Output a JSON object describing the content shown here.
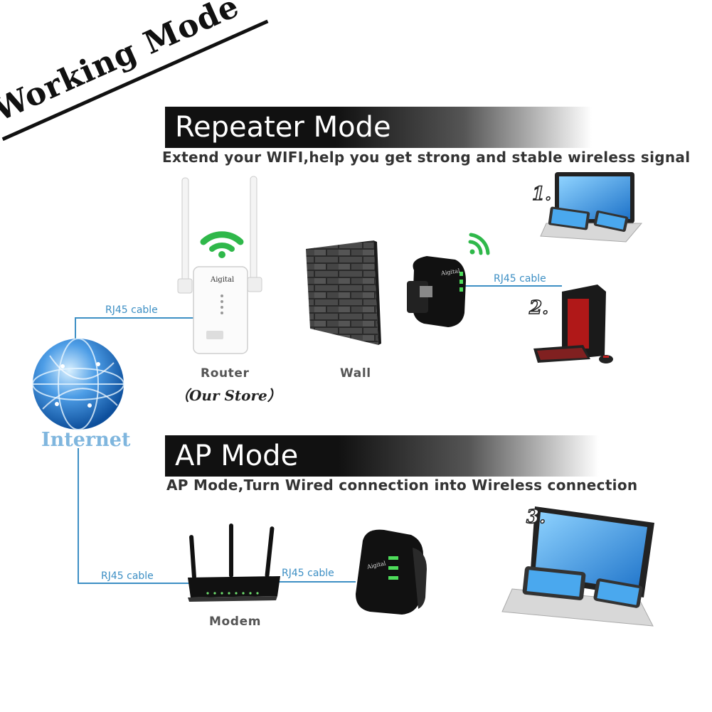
{
  "title": "Working Mode",
  "repeater_mode": {
    "heading": "Repeater Mode",
    "subtitle": "Extend your WIFI,help you get strong and stable wireless signal",
    "router_label": "Router",
    "router_note": "（Our Store）",
    "router_brand": "Aigital",
    "wall_label": "Wall",
    "extender_brand": "Aigital",
    "cable_left": "RJ45 cable",
    "cable_right": "RJ45 cable",
    "device1_number": "1.",
    "device2_number": "2."
  },
  "internet_label": "Internet",
  "ap_mode": {
    "heading": "AP Mode",
    "subtitle": "AP Mode,Turn Wired connection into Wireless connection",
    "modem_label": "Modem",
    "extender_brand": "Aigital",
    "cable_left": "RJ45 cable",
    "cable_right": "RJ45 cable",
    "device3_number": "3."
  },
  "colors": {
    "cable": "#3d8fc4",
    "wifi": "#2fb84a",
    "banner": "#111111",
    "globe": "#2f7fd0"
  }
}
